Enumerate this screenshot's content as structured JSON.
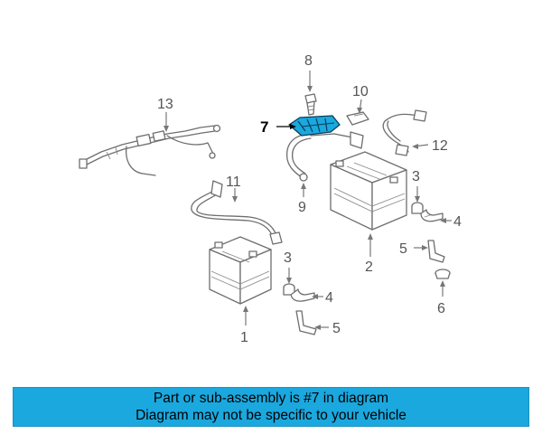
{
  "diagram": {
    "callouts": [
      "1",
      "2",
      "3",
      "3",
      "4",
      "4",
      "5",
      "5",
      "6",
      "7",
      "8",
      "9",
      "10",
      "11",
      "12",
      "13"
    ],
    "highlighted_part": "7",
    "highlight_color": "#1aa8df"
  },
  "banner": {
    "line1": "Part or sub-assembly is #7 in diagram",
    "line2": "Diagram may not be specific to your vehicle",
    "background": "#1aa8df"
  }
}
